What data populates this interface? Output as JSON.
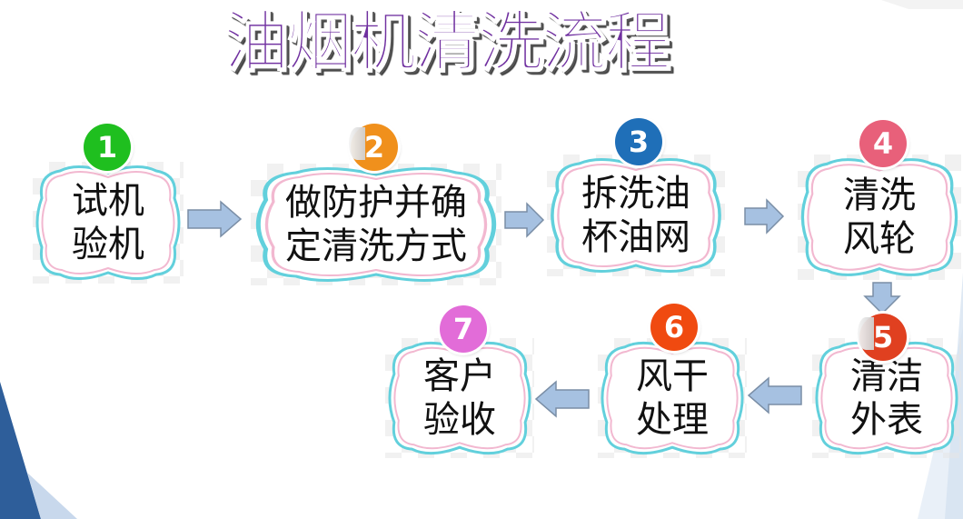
{
  "title": "油烟机清洗流程",
  "colors": {
    "title": "#7030a0",
    "arrow_fill": "#a6c1e1",
    "arrow_stroke": "#7a8ea6",
    "frame_outer": "#62d0dc",
    "frame_inner": "#f2b8d0",
    "bg_dark_blue": "#2e5e9a",
    "bg_light_blue": "#c8d8ec"
  },
  "steps": [
    {
      "number": "1",
      "line1": "试机",
      "line2": "验机",
      "badge_color": "#1fbf1f"
    },
    {
      "number": "2",
      "line1": "做防护并确",
      "line2": "定清洗方式",
      "badge_color": "#f0901c"
    },
    {
      "number": "3",
      "line1": "拆洗油",
      "line2": "杯油网",
      "badge_color": "#1f6fb8"
    },
    {
      "number": "4",
      "line1": "清洗",
      "line2": "风轮",
      "badge_color": "#e8607a"
    },
    {
      "number": "5",
      "line1": "清洁",
      "line2": "外表",
      "badge_color": "#e04020"
    },
    {
      "number": "6",
      "line1": "风干",
      "line2": "处理",
      "badge_color": "#f04a10"
    },
    {
      "number": "7",
      "line1": "客户",
      "line2": "验收",
      "badge_color": "#e26cd8"
    }
  ],
  "flow": [
    "1→2 right",
    "2→3 right",
    "3→4 right",
    "4→5 down",
    "5→6 left",
    "6→7 left"
  ]
}
